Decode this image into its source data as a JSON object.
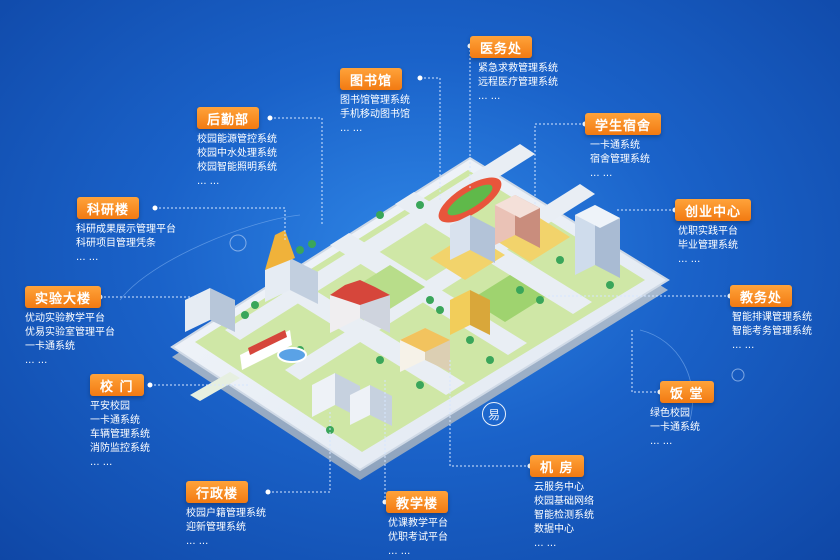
{
  "nodes": {
    "yiwuchu": {
      "title": "医务处",
      "items": [
        "紧急求救管理系统",
        "远程医疗管理系统",
        "... ..."
      ]
    },
    "tushuguan": {
      "title": "图书馆",
      "items": [
        "图书馆管理系统",
        "手机移动图书馆",
        "... ..."
      ]
    },
    "houqinbu": {
      "title": "后勤部",
      "items": [
        "校园能源管控系统",
        "校园中水处理系统",
        "校园智能照明系统",
        "... ..."
      ]
    },
    "xueshengsushe": {
      "title": "学生宿舍",
      "items": [
        "一卡通系统",
        "宿舍管理系统",
        "... ..."
      ]
    },
    "keyanlou": {
      "title": "科研楼",
      "items": [
        "科研成果展示管理平台",
        "科研项目管理凭条",
        "... ..."
      ]
    },
    "chuangyezhongxin": {
      "title": "创业中心",
      "items": [
        "优职实践平台",
        "毕业管理系统",
        "... ..."
      ]
    },
    "shiyandalou": {
      "title": "实验大楼",
      "items": [
        "优动实验教学平台",
        "优易实验室管理平台",
        "一卡通系统",
        "... ..."
      ]
    },
    "jiaowuchu": {
      "title": "教务处",
      "items": [
        "智能排课管理系统",
        "智能考务管理系统",
        "... ..."
      ]
    },
    "xiaomen": {
      "title": "校 门",
      "items": [
        "平安校园",
        "一卡通系统",
        "车辆管理系统",
        "消防监控系统",
        "... ..."
      ]
    },
    "fantang": {
      "title": "饭 堂",
      "items": [
        "绿色校园",
        "一卡通系统",
        "... ..."
      ]
    },
    "jifang": {
      "title": "机 房",
      "items": [
        "云服务中心",
        "校园基础网络",
        "智能检测系统",
        "数据中心",
        "... ..."
      ]
    },
    "xingzhenglou": {
      "title": "行政楼",
      "items": [
        "校园户籍管理系统",
        "迎新管理系统",
        "... ..."
      ]
    },
    "jiaoxuelou": {
      "title": "教学楼",
      "items": [
        "优课教学平台",
        "优职考试平台",
        "... ..."
      ]
    }
  },
  "board": {
    "logo_text": "易"
  },
  "colors": {
    "accent": "#f5861f",
    "background": "#1a62c9",
    "line": "#d6e6ff"
  }
}
